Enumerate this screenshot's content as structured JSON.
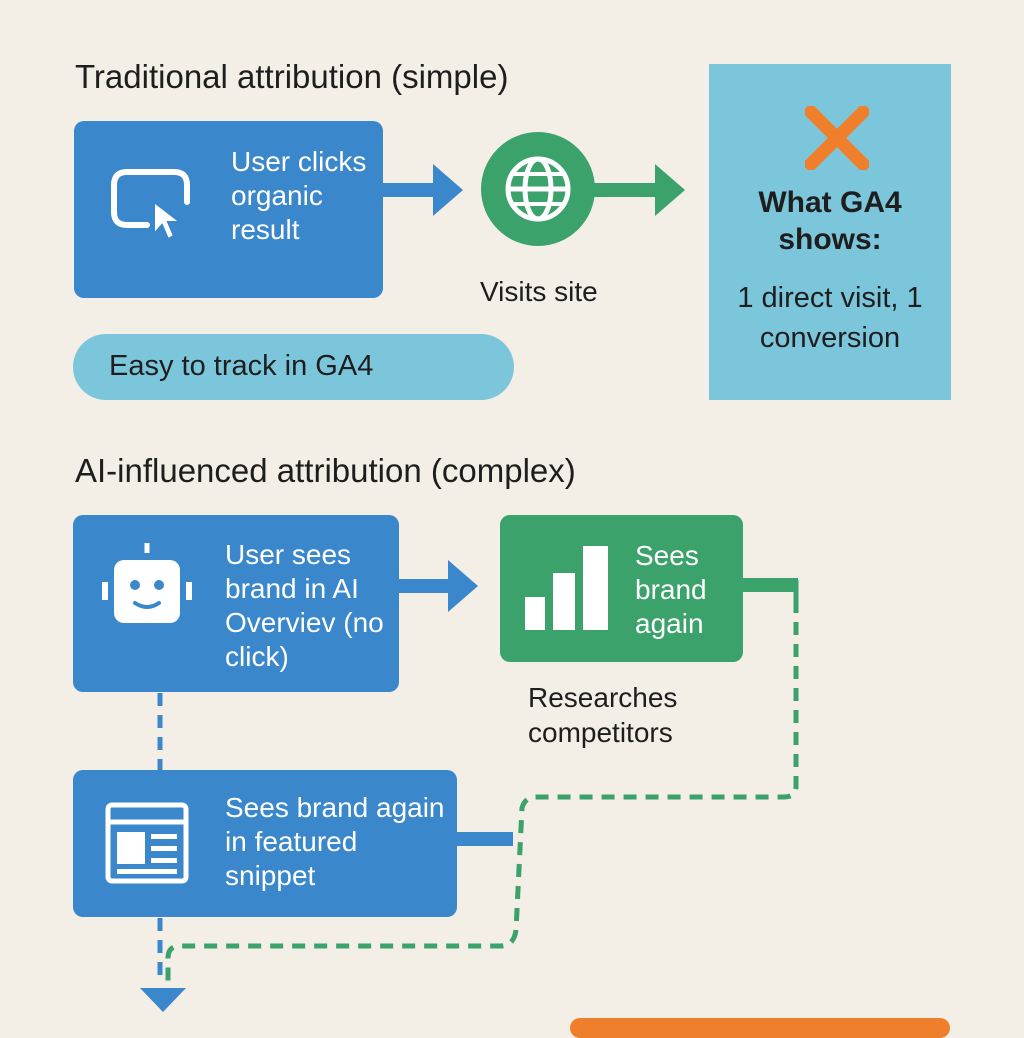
{
  "traditional": {
    "heading": "Traditional attribution (simple)",
    "step1": "User clicks organic result",
    "step2": "Visits site",
    "badge": "Easy to track in GA4",
    "panel_title": "What GA4 shows:",
    "panel_body": "1 direct visit, 1 conversion"
  },
  "ai": {
    "heading": "AI-influenced attribution (complex)",
    "step1": "User sees brand in AI Overviev (no click)",
    "step2": "Sees brand again",
    "step2_caption": "Researches competitors",
    "step3": "Sees brand again in featured snippet"
  },
  "colors": {
    "blue": "#3a87cc",
    "green": "#3aa26a",
    "light_blue": "#7cc6dc",
    "orange": "#ef7f2a",
    "bg": "#f3eee6"
  },
  "icons": [
    "cursor-click-icon",
    "globe-icon",
    "x-mark-icon",
    "robot-icon",
    "bar-chart-icon",
    "browser-window-icon",
    "arrow-down-icon"
  ]
}
